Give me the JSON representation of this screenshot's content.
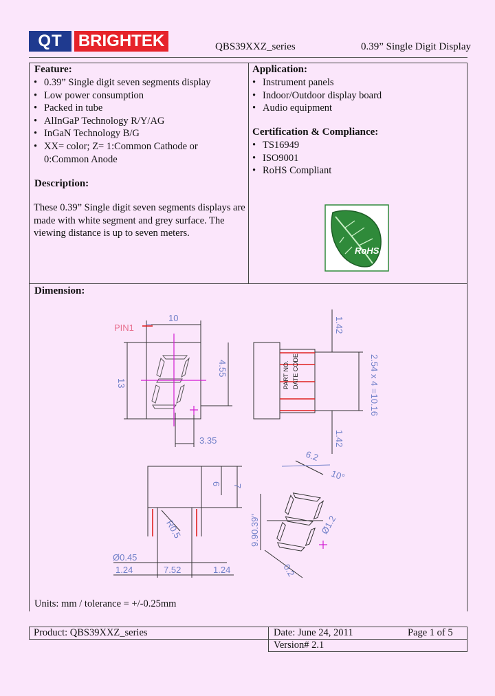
{
  "header": {
    "logo_qt": "QT",
    "logo_brightek": "BRIGHTEK",
    "series": "QBS39XXZ_series",
    "title": "0.39” Single Digit Display"
  },
  "feature": {
    "heading": "Feature:",
    "items": [
      "0.39” Single digit seven segments display",
      "Low power consumption",
      "Packed in tube",
      "AlInGaP Technology R/Y/AG",
      "InGaN Technology B/G",
      "XX= color; Z= 1:Common Cathode or 0:Common Anode"
    ]
  },
  "description": {
    "heading": "Description:",
    "text": "These 0.39” Single digit seven segments displays are made with white segment and grey surface. The viewing distance is up to seven meters."
  },
  "application": {
    "heading": "Application:",
    "items": [
      "Instrument panels",
      "Indoor/Outdoor display board",
      "Audio equipment"
    ]
  },
  "certification": {
    "heading": "Certification & Compliance:",
    "items": [
      "TS16949",
      "ISO9001",
      "RoHS Compliant"
    ],
    "rohs_label": "RoHS"
  },
  "dimension": {
    "heading": "Dimension:",
    "labels": {
      "pin1": "PIN1",
      "w10": "10",
      "h13": "13",
      "d455": "4.55",
      "d335": "3.35",
      "d142a": "1.42",
      "d142b": "1.42",
      "pitch": "2.54 x 4 =10.16",
      "part_no": "PART NO.",
      "date_code": "DATE CODE",
      "d6": "6",
      "d7": "7",
      "r05": "R0.5",
      "d045": "Ø0.45",
      "d124a": "1.24",
      "d752": "7.52",
      "d124b": "1.24",
      "d62": "6.2",
      "ang10": "10°",
      "seg": "9.90.39”",
      "d12": "Ø1.2",
      "d02": "0.2"
    },
    "units": "Units: mm / tolerance = +/-0.25mm"
  },
  "footer": {
    "product": "Product: QBS39XXZ_series",
    "date": "Date: June 24, 2011",
    "page": "Page 1 of 5",
    "version": "Version# 2.1"
  },
  "colors": {
    "logo_blue": "#1f3a8f",
    "logo_red": "#e6232a",
    "leaf_green": "#2f8a3a",
    "accent_red": "#e02020",
    "dim_blue": "#6f7fc8",
    "marker_magenta": "#d21ad2"
  }
}
